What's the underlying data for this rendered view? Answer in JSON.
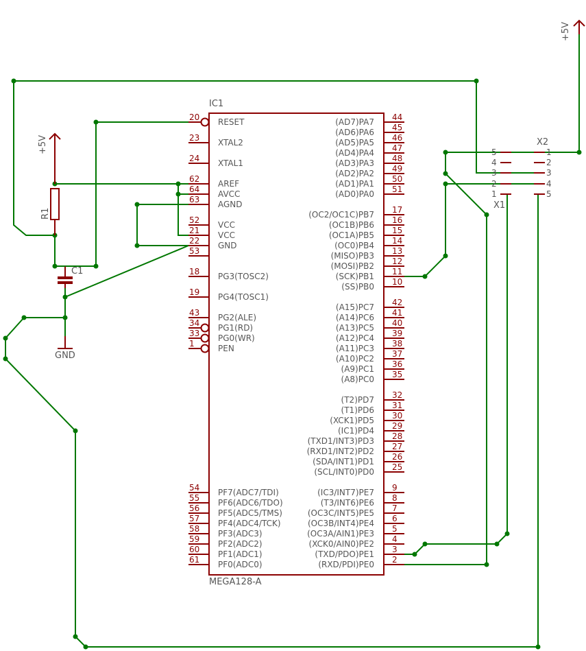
{
  "ic": {
    "ref": "IC1",
    "value": "MEGA128-A",
    "left_pins": [
      {
        "num": "20",
        "name": "RESET",
        "inverted": true
      },
      {
        "num": "23",
        "name": "XTAL2"
      },
      {
        "num": "24",
        "name": "XTAL1"
      },
      {
        "num": "62",
        "name": "AREF"
      },
      {
        "num": "64",
        "name": "AVCC"
      },
      {
        "num": "63",
        "name": "AGND"
      },
      {
        "num": "52",
        "name": "VCC"
      },
      {
        "num": "21",
        "name": "VCC"
      },
      {
        "num": "22",
        "name": "GND"
      },
      {
        "num": "53",
        "name": ""
      },
      {
        "num": "18",
        "name": "PG3(TOSC2)"
      },
      {
        "num": "19",
        "name": "PG4(TOSC1)"
      },
      {
        "num": "43",
        "name": "PG2(ALE)"
      },
      {
        "num": "34",
        "name": "PG1(RD)",
        "inverted": true
      },
      {
        "num": "33",
        "name": "PG0(WR)",
        "inverted": true
      },
      {
        "num": "1",
        "name": "PEN",
        "inverted": true
      },
      {
        "num": "54",
        "name": "PF7(ADC7/TDI)"
      },
      {
        "num": "55",
        "name": "PF6(ADC6/TDO)"
      },
      {
        "num": "56",
        "name": "PF5(ADC5/TMS)"
      },
      {
        "num": "57",
        "name": "PF4(ADC4/TCK)"
      },
      {
        "num": "58",
        "name": "PF3(ADC3)"
      },
      {
        "num": "59",
        "name": "PF2(ADC2)"
      },
      {
        "num": "60",
        "name": "PF1(ADC1)"
      },
      {
        "num": "61",
        "name": "PF0(ADC0)"
      }
    ],
    "right_pins": [
      {
        "num": "44",
        "name": "(AD7)PA7"
      },
      {
        "num": "45",
        "name": "(AD6)PA6"
      },
      {
        "num": "46",
        "name": "(AD5)PA5"
      },
      {
        "num": "47",
        "name": "(AD4)PA4"
      },
      {
        "num": "48",
        "name": "(AD3)PA3"
      },
      {
        "num": "49",
        "name": "(AD2)PA2"
      },
      {
        "num": "50",
        "name": "(AD1)PA1"
      },
      {
        "num": "51",
        "name": "(AD0)PA0"
      },
      {
        "num": "17",
        "name": "(OC2/OC1C)PB7"
      },
      {
        "num": "16",
        "name": "(OC1B)PB6"
      },
      {
        "num": "15",
        "name": "(OC1A)PB5"
      },
      {
        "num": "14",
        "name": "(OC0)PB4"
      },
      {
        "num": "13",
        "name": "(MISO)PB3"
      },
      {
        "num": "12",
        "name": "(MOSI)PB2"
      },
      {
        "num": "11",
        "name": "(SCK)PB1"
      },
      {
        "num": "10",
        "name": "(SS)PB0"
      },
      {
        "num": "42",
        "name": "(A15)PC7"
      },
      {
        "num": "41",
        "name": "(A14)PC6"
      },
      {
        "num": "40",
        "name": "(A13)PC5"
      },
      {
        "num": "39",
        "name": "(A12)PC4"
      },
      {
        "num": "38",
        "name": "(A11)PC3"
      },
      {
        "num": "37",
        "name": "(A10)PC2"
      },
      {
        "num": "36",
        "name": "(A9)PC1"
      },
      {
        "num": "35",
        "name": "(A8)PC0"
      },
      {
        "num": "32",
        "name": "(T2)PD7"
      },
      {
        "num": "31",
        "name": "(T1)PD6"
      },
      {
        "num": "30",
        "name": "(XCK1)PD5"
      },
      {
        "num": "29",
        "name": "(IC1)PD4"
      },
      {
        "num": "28",
        "name": "(TXD1/INT3)PD3"
      },
      {
        "num": "27",
        "name": "(RXD1/INT2)PD2"
      },
      {
        "num": "26",
        "name": "(SDA/INT1)PD1"
      },
      {
        "num": "25",
        "name": "(SCL/INT0)PD0"
      },
      {
        "num": "9",
        "name": "(IC3/INT7)PE7"
      },
      {
        "num": "8",
        "name": "(T3/INT6)PE6"
      },
      {
        "num": "7",
        "name": "(OC3C/INT5)PE5"
      },
      {
        "num": "6",
        "name": "(OC3B/INT4)PE4"
      },
      {
        "num": "5",
        "name": "(OC3A/AIN1)PE3"
      },
      {
        "num": "4",
        "name": "(XCK0/AIN0)PE2"
      },
      {
        "num": "3",
        "name": "(TXD/PDO)PE1"
      },
      {
        "num": "2",
        "name": "(RXD/PDI)PE0"
      }
    ]
  },
  "components": {
    "r1": "R1",
    "c1": "C1",
    "gnd": "GND",
    "supply_left": "+5V",
    "supply_right": "+5V",
    "x1": "X1",
    "x2": "X2",
    "x1_pins": [
      "5",
      "4",
      "3",
      "2",
      "1"
    ],
    "x2_pins": [
      "1",
      "2",
      "3",
      "4",
      "5"
    ]
  },
  "colors": {
    "component": "#8b0000",
    "wire": "#007700",
    "text": "#555555"
  }
}
